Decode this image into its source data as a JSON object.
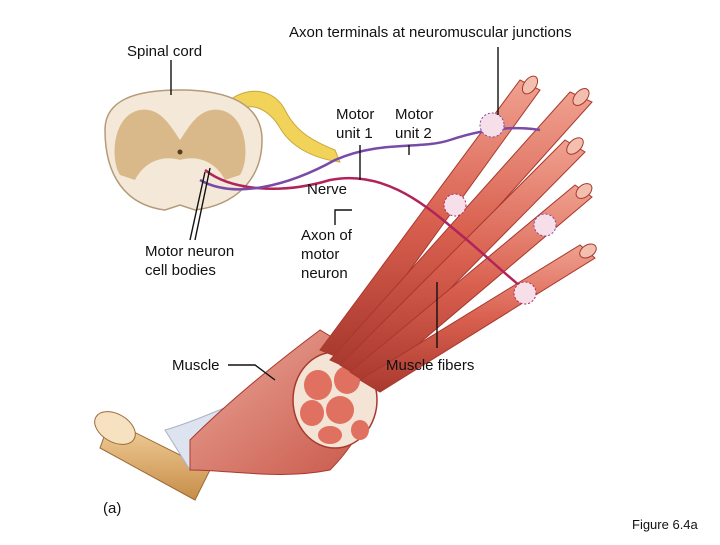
{
  "labels": {
    "spinal_cord": "Spinal cord",
    "axon_terminals": "Axon terminals at neuromuscular junctions",
    "motor_unit_1": [
      "Motor",
      "unit 1"
    ],
    "motor_unit_2": [
      "Motor",
      "unit 2"
    ],
    "nerve": "Nerve",
    "motor_neuron_cell_bodies": [
      "Motor neuron",
      "cell bodies"
    ],
    "axon_of_motor_neuron": [
      "Axon of",
      "motor",
      "neuron"
    ],
    "muscle": "Muscle",
    "muscle_fibers": "Muscle fibers",
    "panel": "(a)",
    "figure": "Figure 6.4a"
  },
  "colors": {
    "muscle_fiber": "#d9604f",
    "muscle_fiber_dark": "#a8382e",
    "muscle_fiber_light": "#f0a190",
    "spinal_cord_white": "#f4e9d8",
    "spinal_cord_gray": "#d9b98a",
    "nerve_yellow": "#f1d35a",
    "motor_unit_1": "#b0245a",
    "motor_unit_2": "#7a4aa8",
    "bone": "#e3b070",
    "tendon": "#dde3ef"
  }
}
